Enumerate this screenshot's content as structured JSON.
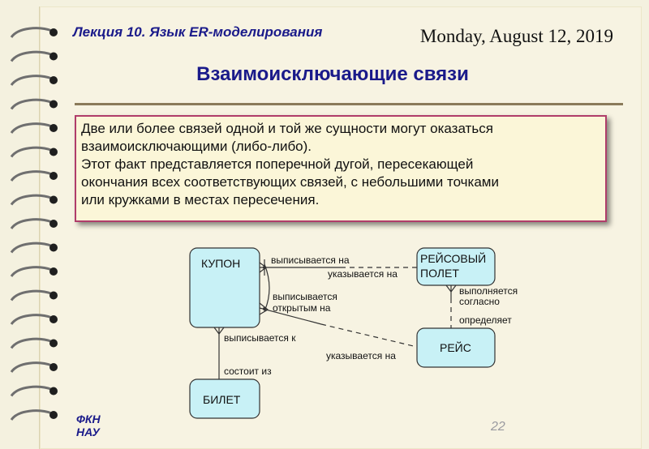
{
  "header": {
    "lecture": "Лекция 10.  Язык ER-моделирования",
    "date": "Monday, August 12, 2019"
  },
  "title": "Взаимоисключающие связи",
  "textbox": {
    "lines": [
      "Две или более связей одной и той же сущности могут оказаться",
      "взаимоисключающими (либо-либо).",
      "Этот факт представляется поперечной дугой, пересекающей",
      "окончания всех соответствующих связей, с небольшими точками",
      "или  кружками в местах пересечения."
    ]
  },
  "diagram": {
    "entities": {
      "kupon": "КУПОН",
      "reys_polet_1": "РЕЙСОВЫЙ",
      "reys_polet_2": "ПОЛЕТ",
      "reys": "РЕЙС",
      "bilet": "БИЛЕТ"
    },
    "labels": {
      "l1": "выписывается на",
      "l2": "указывается на",
      "l3": "выписывается",
      "l4": "открытым на",
      "l5": "выписывается к",
      "l6": "указывается на",
      "l7": "выполняется",
      "l8": "согласно",
      "l9": "определяет",
      "l10": "состоит из"
    },
    "colors": {
      "entity_fill": "#c8f1f6",
      "entity_stroke": "#333333"
    }
  },
  "footer": {
    "org_line1": "ФКН",
    "org_line2": "НАУ",
    "page": "22"
  }
}
